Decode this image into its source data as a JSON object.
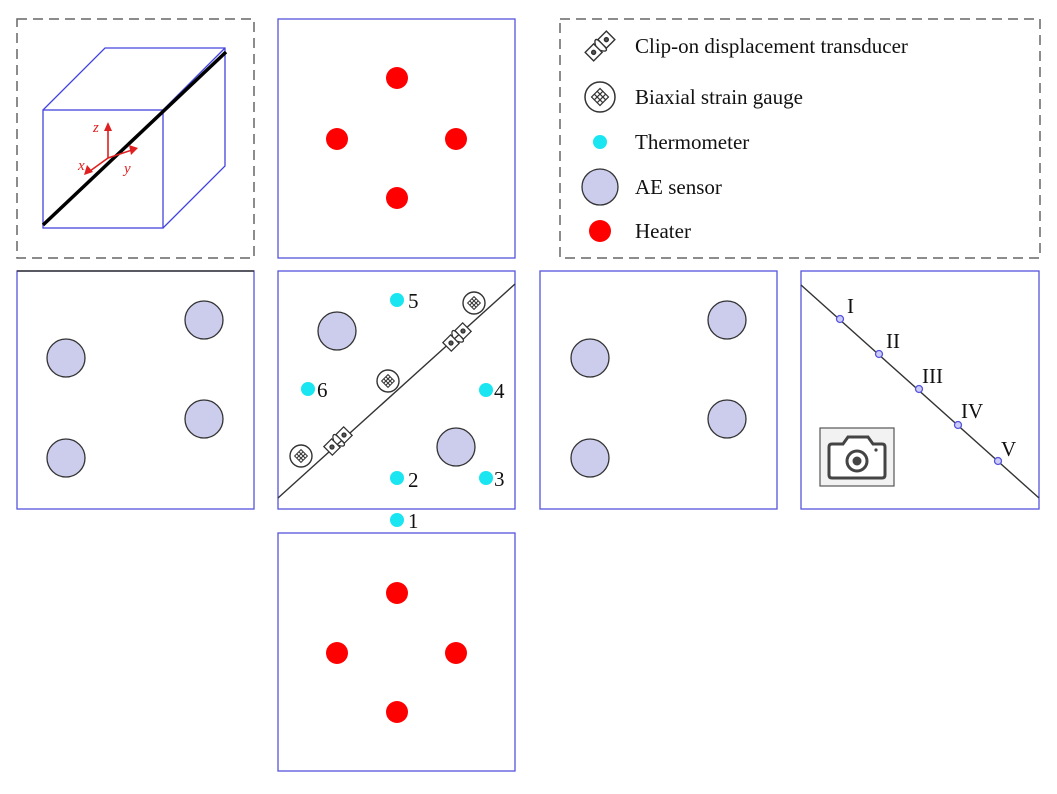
{
  "legend": {
    "items": [
      {
        "key": "clip",
        "label": "Clip-on displacement transducer",
        "icon": "clip-on-transducer-icon"
      },
      {
        "key": "gauge",
        "label": "Biaxial strain gauge",
        "icon": "strain-gauge-icon"
      },
      {
        "key": "thermo",
        "label": "Thermometer",
        "icon": "thermometer-icon"
      },
      {
        "key": "ae",
        "label": "AE sensor",
        "icon": "ae-sensor-icon"
      },
      {
        "key": "heater",
        "label": "Heater",
        "icon": "heater-icon"
      }
    ]
  },
  "axes": {
    "x": "x",
    "y": "y",
    "z": "z"
  },
  "thermometers": [
    "1",
    "2",
    "3",
    "4",
    "5",
    "6"
  ],
  "crack_points": [
    "I",
    "II",
    "III",
    "IV",
    "V"
  ],
  "colors": {
    "panel_border": "#5555dd",
    "dashed_border": "#666666",
    "heater": "#ff0000",
    "thermometer": "#19e6f0",
    "ae_fill": "#ccccec",
    "axis": "#e02020",
    "crack_point": "#6666ee"
  }
}
